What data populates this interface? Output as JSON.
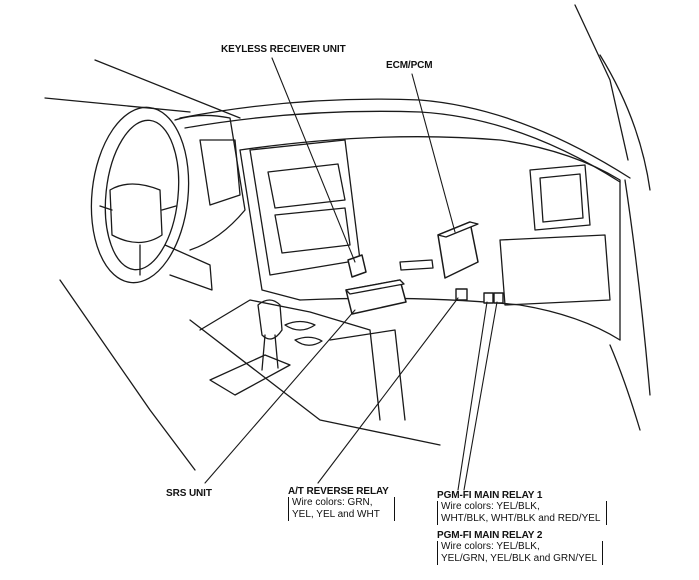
{
  "labels": {
    "keyless": "KEYLESS RECEIVER UNIT",
    "ecm": "ECM/PCM",
    "srs": "SRS UNIT",
    "at_relay": {
      "title": "A/T REVERSE RELAY",
      "line1": "Wire colors: GRN,",
      "line2": "YEL, YEL and WHT"
    },
    "pgm1": {
      "title": "PGM-FI MAIN RELAY 1",
      "line1": "Wire colors: YEL/BLK,",
      "line2": "WHT/BLK, WHT/BLK and RED/YEL"
    },
    "pgm2": {
      "title": "PGM-FI MAIN RELAY 2",
      "line1": "Wire colors: YEL/BLK,",
      "line2": "YEL/GRN, YEL/BLK and GRN/YEL"
    }
  }
}
